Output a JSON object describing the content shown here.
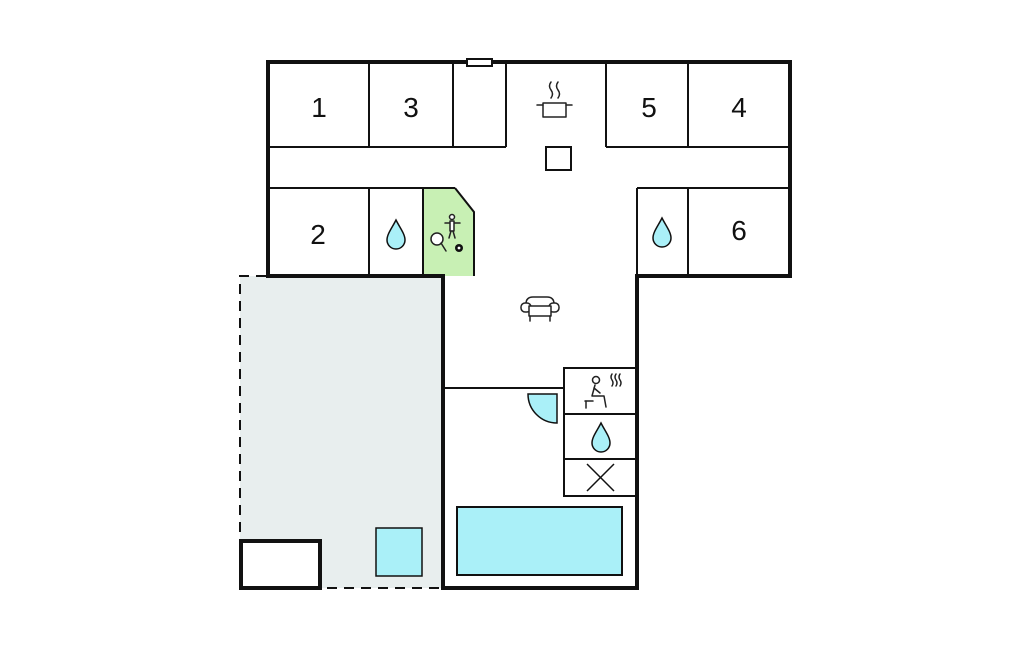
{
  "rooms": {
    "bedroom_1": "1",
    "bedroom_2": "2",
    "bedroom_3": "3",
    "bedroom_4": "4",
    "bedroom_5": "5",
    "bedroom_6": "6"
  },
  "colors": {
    "wall": "#111111",
    "terrace_fill": "#e8eeee",
    "activity_room_fill": "#c8f0b4",
    "water_fill": "#aaf0f8",
    "background": "#ffffff"
  },
  "icons": [
    "water-drop-icon",
    "kitchen-pot-icon",
    "sofa-icon",
    "sauna-icon",
    "table-tennis-icon",
    "table-football-icon",
    "pool-icon",
    "whirlpool-icon"
  ]
}
